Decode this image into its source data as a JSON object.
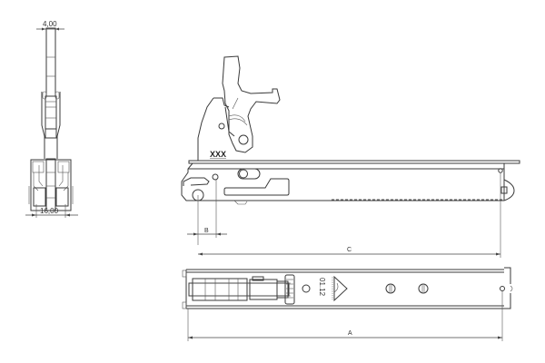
{
  "drawing": {
    "type": "technical-drawing",
    "subject": "hinge assembly",
    "views": [
      "end-view",
      "side-view",
      "top-view"
    ]
  },
  "end_view": {
    "dim_top": "4,00",
    "dim_bottom": "16,00"
  },
  "side_view": {
    "part_mark": "XXX",
    "dim_b": "B",
    "dim_c": "C"
  },
  "top_view": {
    "stamp_code": "01.12",
    "dim_a": "A"
  },
  "colors": {
    "line": "#3a3a3a",
    "background": "#ffffff"
  }
}
